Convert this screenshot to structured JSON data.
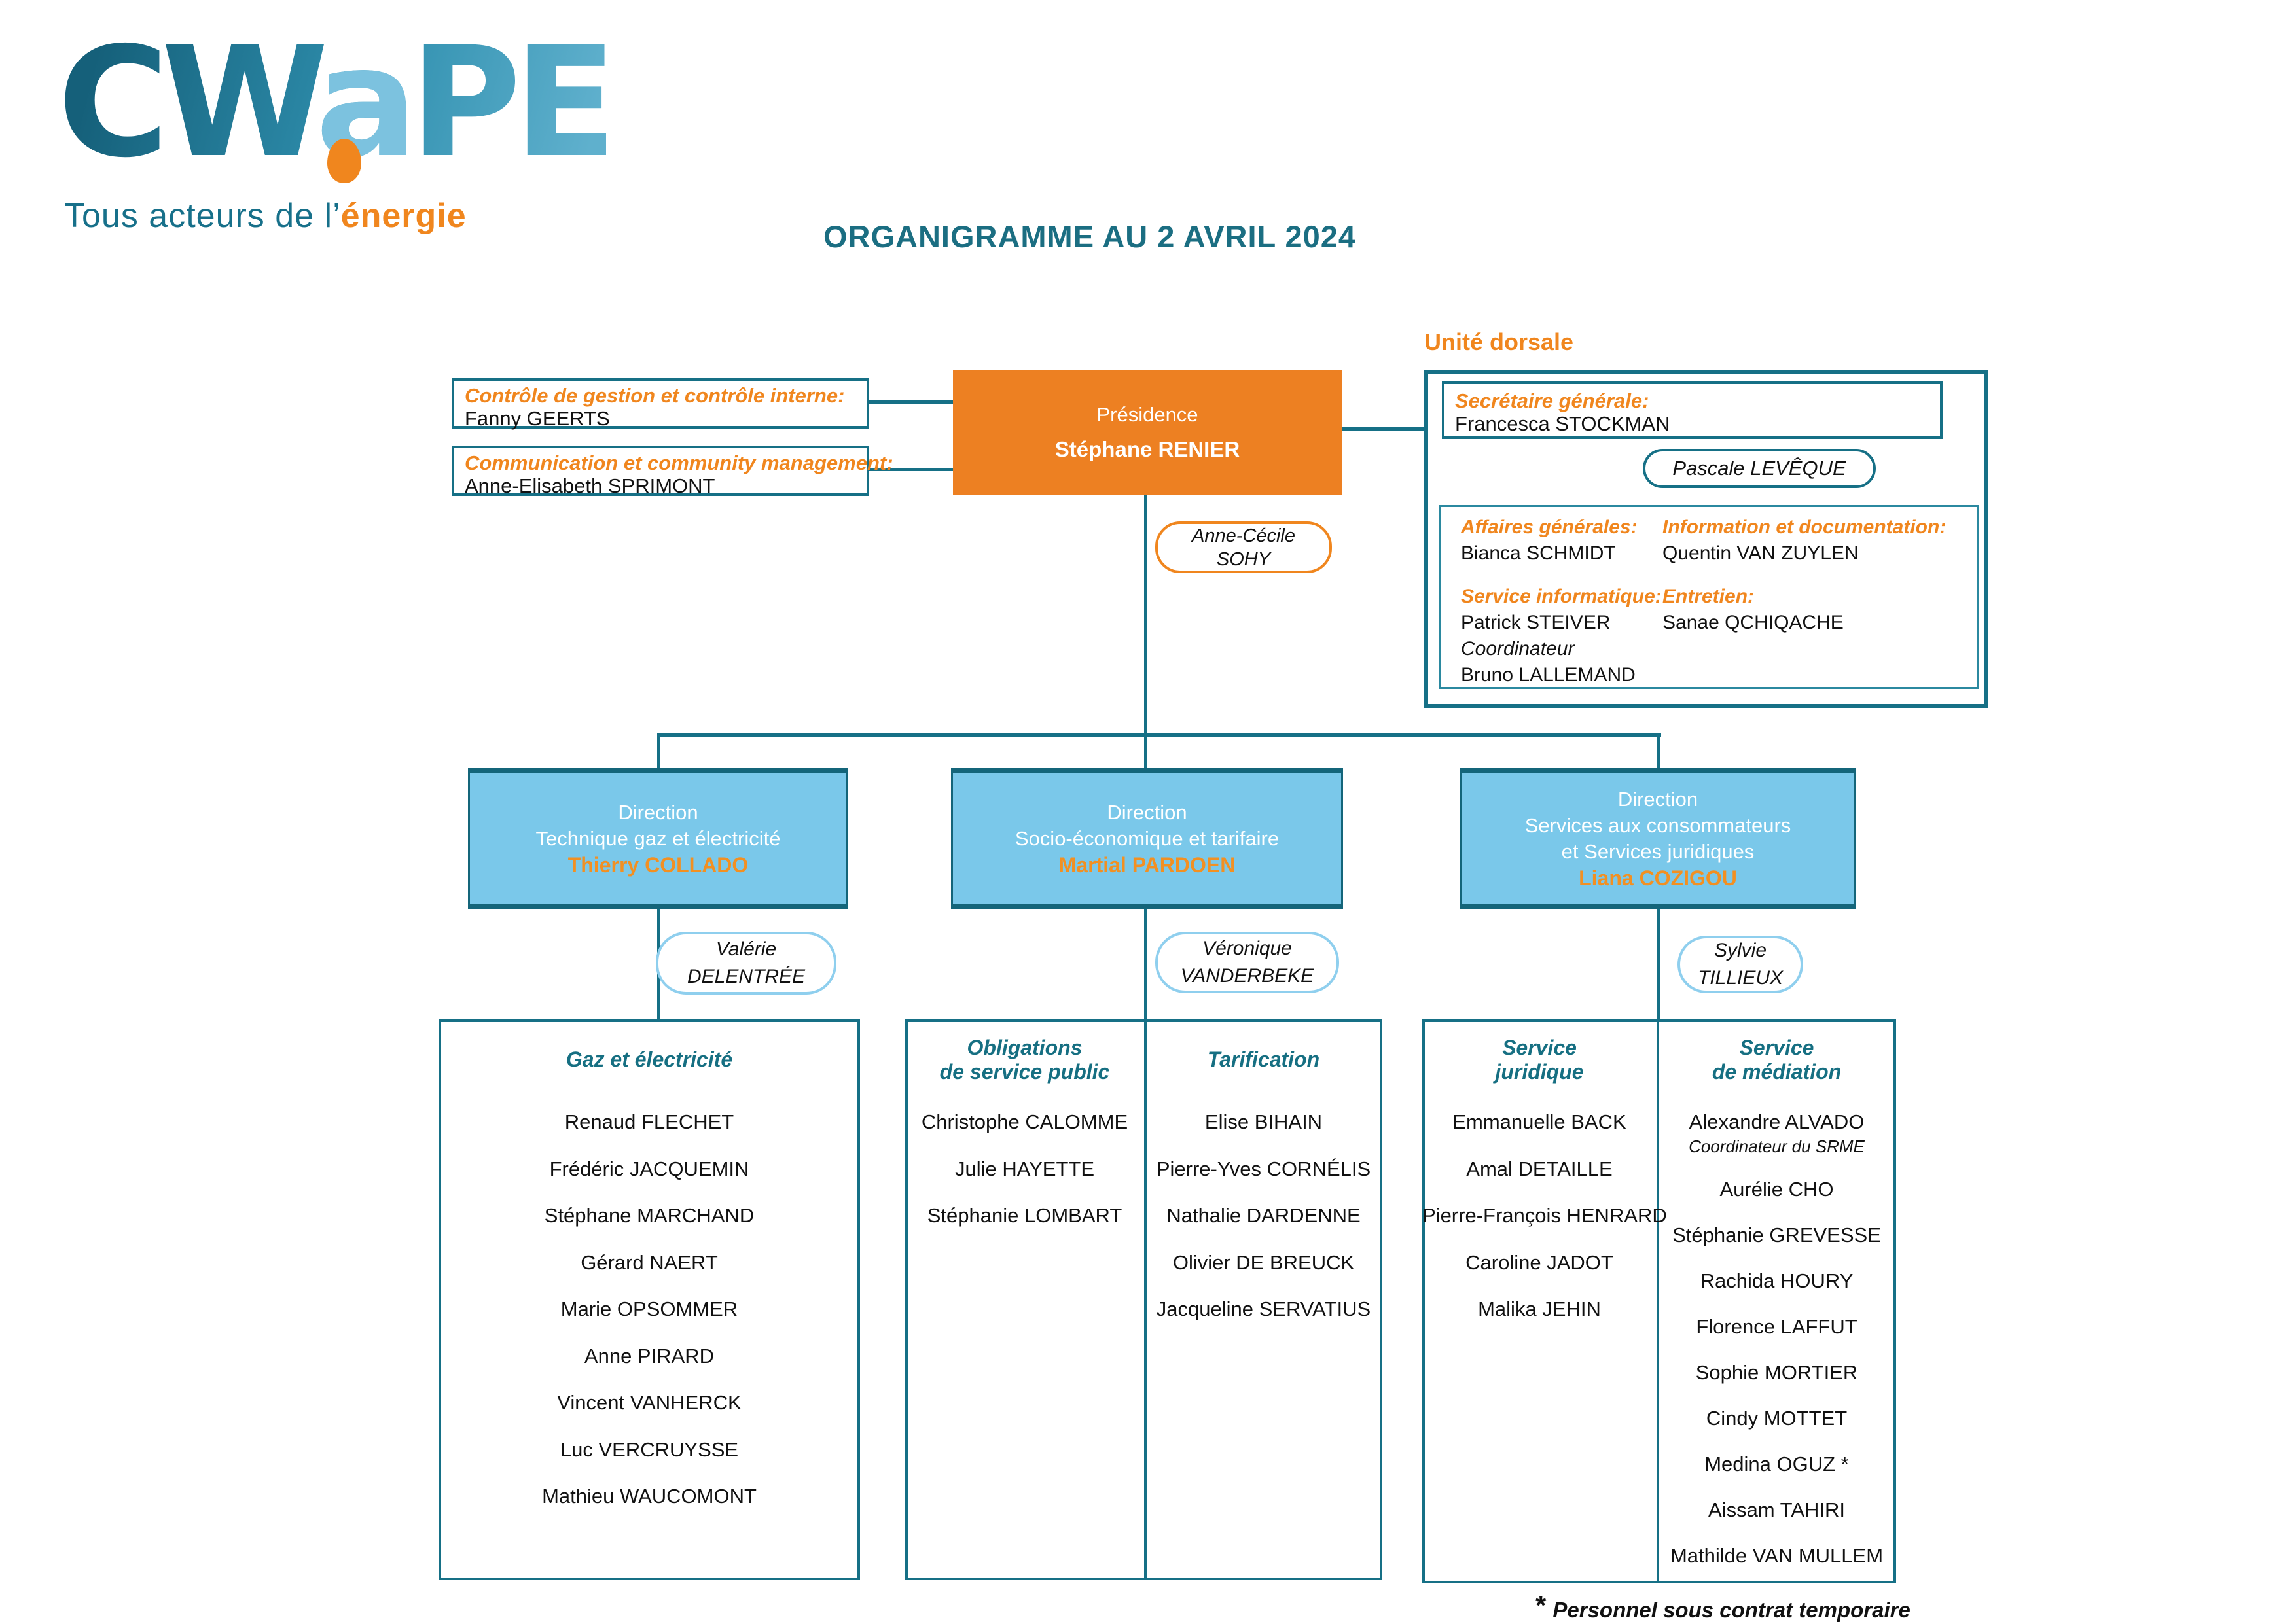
{
  "logo": {
    "part1": "CW",
    "part2": "a",
    "part3": "PE",
    "tagline_prefix": "Tous acteurs de l’",
    "tagline_accent": "énergie"
  },
  "colors": {
    "teal": "#167086",
    "orange_box": "#ED8022",
    "orange_label": "#F0861E",
    "light_blue": "#7AC8EA"
  },
  "title": "ORGANIGRAMME AU 2 AVRIL 2024",
  "staff_boxes": [
    {
      "label": "Contrôle de gestion et contrôle interne:",
      "name": "Fanny GEERTS"
    },
    {
      "label": "Communication et community management:",
      "name": "Anne-Elisabeth SPRIMONT"
    }
  ],
  "presidency": {
    "title": "Présidence",
    "name": "Stéphane RENIER"
  },
  "presidency_assistant": {
    "line1": "Anne-Cécile",
    "line2": "SOHY"
  },
  "dorsal": {
    "heading": "Unité dorsale",
    "secretary_label": "Secrétaire générale:",
    "secretary_name": "Francesca STOCKMAN",
    "assistant": "Pascale LEVÊQUE",
    "affairs_label": "Affaires générales:",
    "affairs_name": "Bianca SCHMIDT",
    "info_label": "Information et documentation:",
    "info_name": "Quentin VAN ZUYLEN",
    "it_label": "Service informatique:",
    "it_name": "Patrick STEIVER",
    "it_note": "Coordinateur",
    "it_name2": "Bruno LALLEMAND",
    "maintenance_label": "Entretien:",
    "maintenance_name": "Sanae QCHIQACHE"
  },
  "directions": [
    {
      "line1": "Direction",
      "line2": "Technique gaz et électricité",
      "head": "Thierry COLLADO",
      "assistant_line1": "Valérie",
      "assistant_line2": "DELENTRÉE"
    },
    {
      "line1": "Direction",
      "line2": "Socio-économique et tarifaire",
      "head": "Martial PARDOEN",
      "assistant_line1": "Véronique",
      "assistant_line2": "VANDERBEKE"
    },
    {
      "line1": "Direction",
      "line2": "Services aux consommateurs",
      "line3": "et Services juridiques",
      "head": "Liana COZIGOU",
      "assistant_line1": "Sylvie",
      "assistant_line2": "TILLIEUX"
    }
  ],
  "departments": {
    "gaz": {
      "title": "Gaz et électricité",
      "names": [
        "Renaud FLECHET",
        "Frédéric JACQUEMIN",
        "Stéphane MARCHAND",
        "Gérard NAERT",
        "Marie OPSOMMER",
        "Anne PIRARD",
        "Vincent VANHERCK",
        "Luc VERCRUYSSE",
        "Mathieu WAUCOMONT"
      ]
    },
    "osp": {
      "title_line1": "Obligations",
      "title_line2": "de service public",
      "names": [
        "Christophe CALOMME",
        "Julie HAYETTE",
        "Stéphanie LOMBART"
      ]
    },
    "tarif": {
      "title": "Tarification",
      "names": [
        "Elise BIHAIN",
        "Pierre-Yves CORNÉLIS",
        "Nathalie DARDENNE",
        "Olivier DE BREUCK",
        "Jacqueline SERVATIUS"
      ]
    },
    "jur": {
      "title_line1": "Service",
      "title_line2": "juridique",
      "names": [
        "Emmanuelle BACK",
        "Amal DETAILLE",
        "Pierre-François HENRARD",
        "Caroline JADOT",
        "Malika JEHIN"
      ]
    },
    "med": {
      "title_line1": "Service",
      "title_line2": "de médiation",
      "lead_name": "Alexandre ALVADO",
      "lead_note": "Coordinateur du SRME",
      "names": [
        "Aurélie CHO",
        "Stéphanie GREVESSE",
        "Rachida HOURY",
        "Florence LAFFUT",
        "Sophie MORTIER",
        "Cindy MOTTET",
        "Medina OGUZ *",
        "Aissam TAHIRI",
        "Mathilde VAN MULLEM"
      ]
    }
  },
  "footnote": {
    "mark": "*",
    "text": "Personnel sous contrat temporaire"
  }
}
